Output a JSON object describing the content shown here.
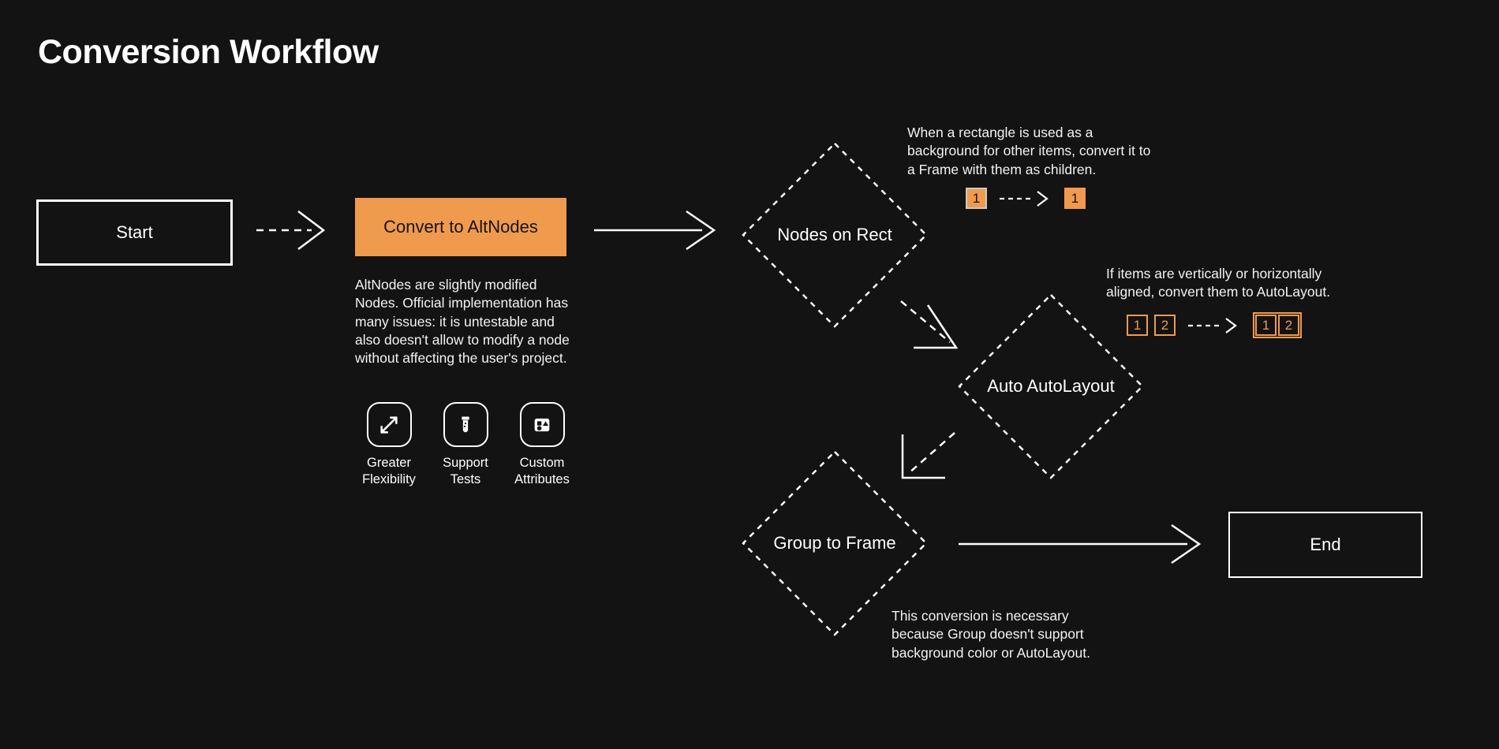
{
  "page": {
    "title": "Conversion Workflow",
    "background_color": "#131313",
    "accent_color": "#F09A4E",
    "line_color": "#FFFFFF"
  },
  "nodes": {
    "start": {
      "label": "Start",
      "shape": "rectangle"
    },
    "convert": {
      "label": "Convert to AltNodes",
      "shape": "rectangle-filled",
      "fill": "#F09A4E",
      "description": "AltNodes are slightly modified Nodes. Official implementation has many issues: it is untestable and also doesn't allow to modify a node without affecting the user's project."
    },
    "nodes_on_rect": {
      "label": "Nodes on Rect",
      "shape": "diamond"
    },
    "auto_autolayout": {
      "label": "Auto AutoLayout",
      "shape": "diamond"
    },
    "group_to_frame": {
      "label": "Group to Frame",
      "shape": "diamond"
    },
    "end": {
      "label": "End",
      "shape": "rectangle"
    }
  },
  "features": [
    {
      "icon": "expand-arrows-icon",
      "line1": "Greater",
      "line2": "Flexibility"
    },
    {
      "icon": "test-tube-icon",
      "line1": "Support",
      "line2": "Tests"
    },
    {
      "icon": "shapes-icon",
      "line1": "Custom",
      "line2": "Attributes"
    }
  ],
  "notes": {
    "nodes_on_rect": "When a rectangle is used as a background for other items, convert it to a Frame with them as children.",
    "auto_autolayout": "If items are vertically or horizontally aligned, convert them to AutoLayout.",
    "group_to_frame": "This conversion is necessary because Group doesn't support background color or AutoLayout."
  },
  "chips": {
    "rect_before": [
      "1"
    ],
    "rect_after": [
      "1"
    ],
    "align_before": [
      "1",
      "2"
    ],
    "align_after": [
      "1",
      "2"
    ]
  },
  "connectors": [
    {
      "from": "start",
      "to": "convert",
      "style": "dashed"
    },
    {
      "from": "convert",
      "to": "nodes_on_rect",
      "style": "solid"
    },
    {
      "from": "nodes_on_rect",
      "to": "auto_autolayout",
      "style": "dashed"
    },
    {
      "from": "auto_autolayout",
      "to": "group_to_frame",
      "style": "dashed"
    },
    {
      "from": "group_to_frame",
      "to": "end",
      "style": "solid"
    }
  ]
}
